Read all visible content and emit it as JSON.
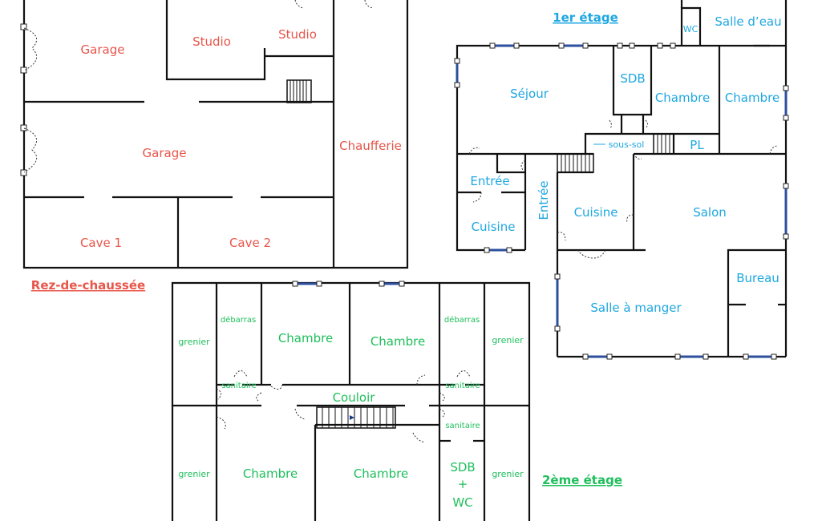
{
  "colors": {
    "ground": "#e8554a",
    "first": "#1ea7e1",
    "second": "#1fbf5c",
    "walls": "#111111",
    "windows": "#2c4f9e"
  },
  "ground_floor": {
    "title": "Rez-de-chaussée",
    "rooms": [
      "Garage",
      "Studio",
      "Studio",
      "Garage",
      "Chaufferie",
      "Cave 1",
      "Cave 2"
    ]
  },
  "first_floor": {
    "title": "1er étage",
    "rooms": [
      "WC",
      "Salle d’eau",
      "SDB",
      "Séjour",
      "Chambre",
      "Chambre",
      "sous-sol",
      "PL",
      "Entrée",
      "Entrée",
      "Cuisine",
      "Cuisine",
      "Salon",
      "Bureau",
      "Salle à manger"
    ]
  },
  "second_floor": {
    "title": "2ème étage",
    "rooms": [
      "grenier",
      "débarras",
      "Chambre",
      "Chambre",
      "débarras",
      "grenier",
      "sanitaire",
      "Couloir",
      "sanitaire",
      "sanitaire",
      "grenier",
      "Chambre",
      "Chambre",
      "SDB",
      "+",
      "WC",
      "grenier"
    ]
  }
}
